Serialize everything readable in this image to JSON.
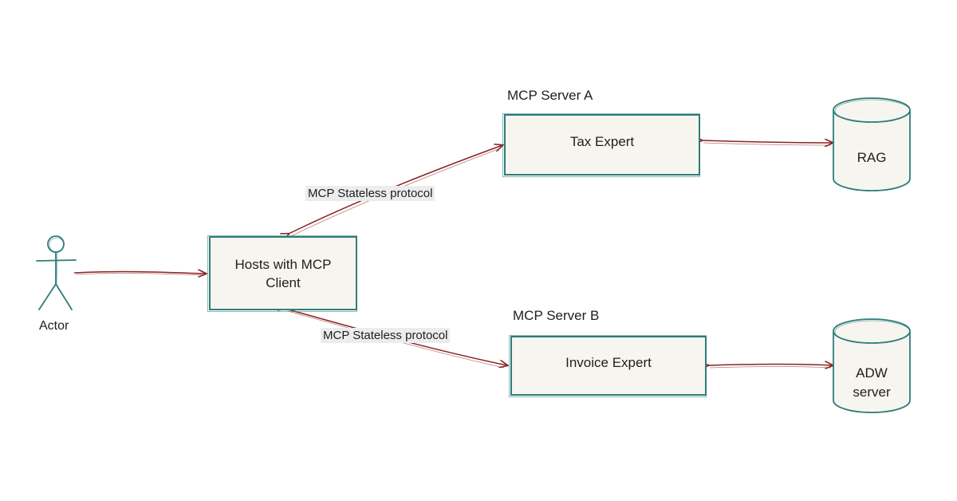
{
  "nodes": {
    "client": {
      "label_line1": "Hosts with MCP",
      "label_line2": "Client"
    },
    "tax": {
      "label": "Tax Expert",
      "group": "MCP Server A"
    },
    "invoice": {
      "label": "Invoice Expert",
      "group": "MCP Server B"
    },
    "rag": {
      "label": "RAG"
    },
    "adw": {
      "label_line1": "ADW",
      "label_line2": "server"
    },
    "actor": {
      "label": "Actor"
    }
  },
  "edges": {
    "top_protocol": "MCP Stateless protocol",
    "bottom_protocol": "MCP Stateless protocol"
  },
  "colors": {
    "node_stroke": "#2e7d7a",
    "node_fill": "#f7f5ef",
    "edge": "#8b2323"
  }
}
